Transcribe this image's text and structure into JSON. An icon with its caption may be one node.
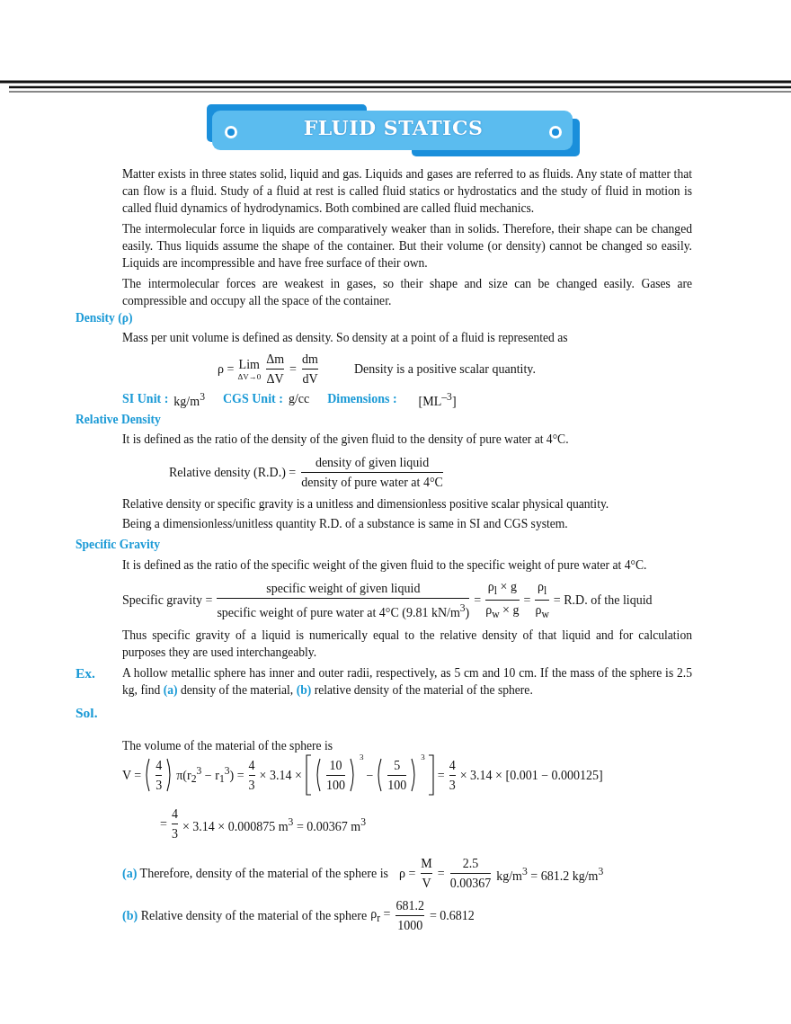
{
  "diagram": {
    "nodes": [
      {
        "text": [
          "FLUID STATICS"
        ]
      }
    ],
    "labels": [
      "Matter exists in three states solid, liquid and gas. Liquids and gases are referred to as fluids. Any state of matter that can flow is a fluid. Study of a fluid at rest is called fluid statics or hydrostatics and the study of fluid in motion is called fluid dynamics of hydrodynamics. Both combined are called fluid mechanics.",
      "The intermolecular force in liquids are comparatively weaker than in solids. Therefore, their shape can be changed easily. Thus liquids assume the shape of the container. But their volume (or density) cannot be changed so easily. Liquids are incompressible and have free surface of their own.",
      "The intermolecular forces are weakest in gases, so their shape and size can be changed easily. Gases are compressible and occupy all the space of the container.",
      "Density (ρ)",
      "Mass per unit volume is defined as density. So density at a point of a fluid is represented as",
      "ρ =",
      "Lim",
      "ΔV→0",
      "Δm",
      "ΔV",
      "=",
      "dm",
      "dV",
      "Density is a positive scalar quantity.",
      "SI Unit :",
      "kg/m$^{3}$",
      "CGS Unit :",
      "g/cc",
      "Dimensions :",
      "[ML$^{–3}$]",
      "Relative Density",
      "It is defined as the ratio of the density of the given fluid to the density of pure water at 4°C.",
      "Relative density (R.D.) =",
      "density of given liquid",
      "density of pure water at 4°C",
      "Relative density or specific gravity is a unitless and dimensionless positive scalar physical quantity.",
      "Being a dimensionless/unitless quantity R.D. of a substance is same in SI and CGS system.",
      "Specific Gravity",
      "It is defined as the ratio of the specific weight of the given fluid to the specific weight of pure water at 4°C.",
      "Specific gravity =",
      "specific weight of given liquid",
      "specific weight of pure water at 4°C (9.81 kN/m$^{3}$)",
      "=",
      "ρ$_{l}$ × g",
      "ρ$_{w}$ × g",
      "=",
      "ρ$_{l}$",
      "ρ$_{w}$",
      "= R.D. of the liquid",
      "Thus specific gravity of a liquid is numerically equal to the relative density of that liquid and for calculation purposes they are used interchangeably.",
      "Ex.",
      "A hollow metallic sphere has inner and outer radii, respectively, as 5 cm and 10 cm. If the mass of the sphere is 2.5 kg, find **(a)** density of the material, **(b)** relative density of the material of the sphere.",
      "Sol.",
      "The volume of the material of the sphere is",
      "V =",
      "4",
      "3",
      "π(r$_{2}$$^{3}$ − r$_{1}$$^{3}$) =",
      "4",
      "3",
      "× 3.14 ×",
      "10",
      "100",
      "3",
      "−",
      "5",
      "100",
      "3",
      "=",
      "4",
      "3",
      "× 3.14 × [0.001 − 0.000125]",
      "=",
      "4",
      "3",
      "× 3.14 × 0.000875 m$^{3}$ = 0.00367 m$^{3}$",
      "**(a)** Therefore, density of the material of the sphere is",
      "ρ =",
      "M",
      "V",
      "=",
      "2.5",
      "0.00367",
      "kg/m$^{3}$ = 681.2 kg/m$^{3}$",
      "**(b)** Relative density of the material of the sphere",
      "ρ$_{r}$ =",
      "681.2",
      "1000",
      "= 0.6812"
    ]
  }
}
